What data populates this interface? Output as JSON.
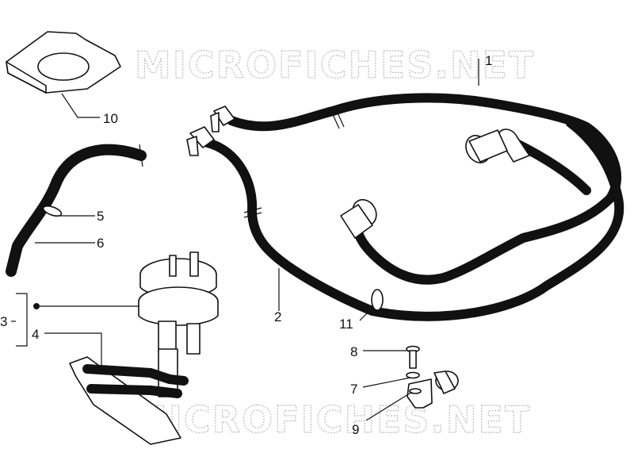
{
  "watermark": "MICROFICHES.NET",
  "colors": {
    "line": "#111111",
    "watermark": "#bdbdbd",
    "background": "#ffffff"
  },
  "callouts": [
    {
      "id": "1",
      "label": "1"
    },
    {
      "id": "2",
      "label": "2"
    },
    {
      "id": "3",
      "label": "3"
    },
    {
      "id": "4",
      "label": "4"
    },
    {
      "id": "5",
      "label": "5"
    },
    {
      "id": "6",
      "label": "6"
    },
    {
      "id": "7",
      "label": "7"
    },
    {
      "id": "8",
      "label": "8"
    },
    {
      "id": "9",
      "label": "9"
    },
    {
      "id": "10",
      "label": "10"
    },
    {
      "id": "11",
      "label": "11"
    }
  ]
}
